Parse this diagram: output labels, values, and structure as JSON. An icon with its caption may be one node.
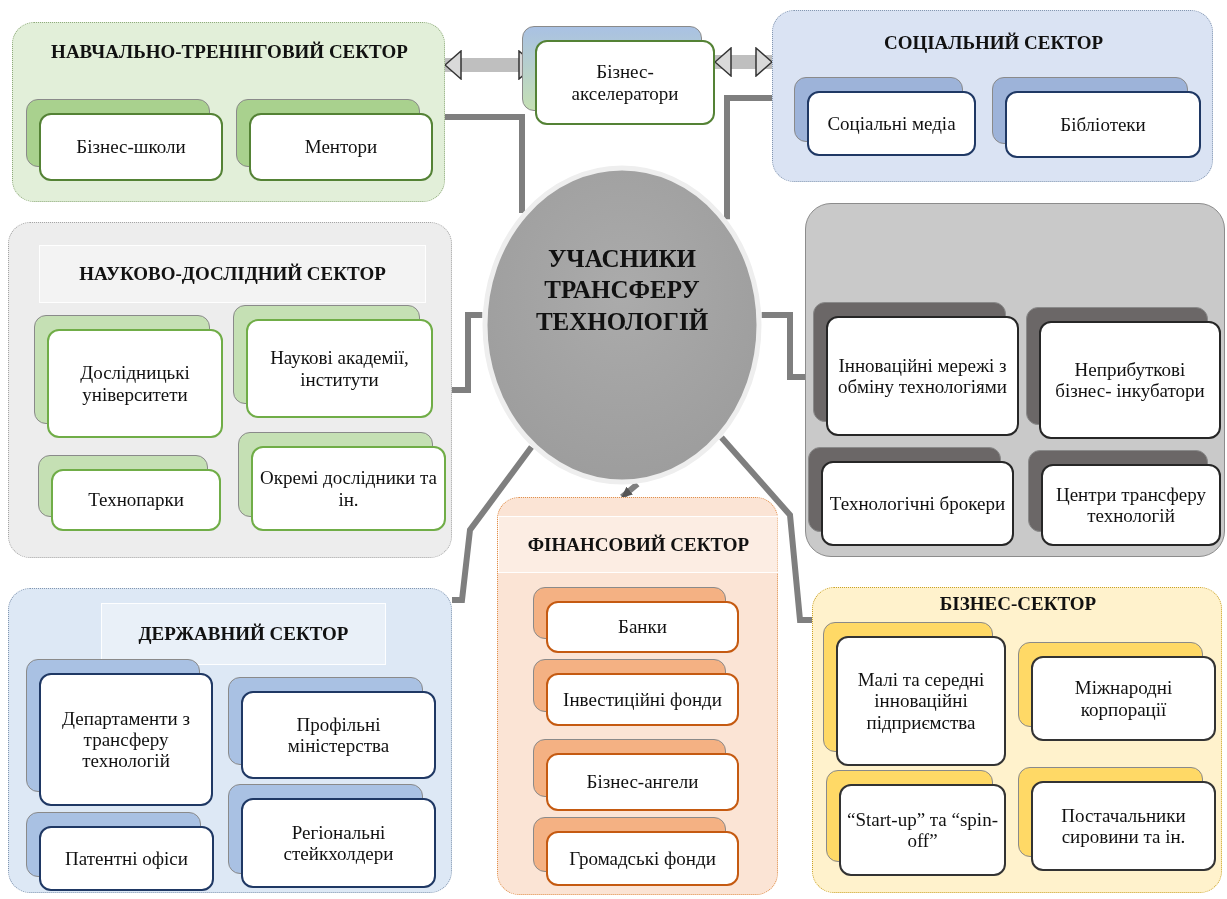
{
  "diagram": {
    "nodes": [
      {
        "text": [
          "УЧАСНИКИ ТРАНСФЕРУ ТЕХНОЛОГІЙ"
        ]
      },
      {
        "text": [
          "НАВЧАЛЬНО-ТРЕНІНГОВИЙ СЕКТОР"
        ]
      },
      {
        "text": [
          "Бізнес-школи"
        ],
        "in": 1
      },
      {
        "text": [
          "Ментори"
        ],
        "in": 1
      },
      {
        "text": [
          "Бізнес- акселератори"
        ]
      },
      {
        "text": [
          "СОЦІАЛЬНИЙ СЕКТОР"
        ]
      },
      {
        "text": [
          "Соціальні медіа"
        ],
        "in": 5
      },
      {
        "text": [
          "Бібліотеки"
        ],
        "in": 5
      },
      {
        "text": [
          "НАУКОВО-ДОСЛІДНИЙ СЕКТОР"
        ]
      },
      {
        "text": [
          "Дослідницькі університети"
        ],
        "in": 8
      },
      {
        "text": [
          "Наукові академії, інститути"
        ],
        "in": 8
      },
      {
        "text": [
          "Технопарки"
        ],
        "in": 8
      },
      {
        "text": [
          "Окремі дослідники та ін."
        ],
        "in": 8
      },
      {
        "text": [],
        "shape": "box"
      },
      {
        "text": [
          "Інноваційні мережі з обміну технологіями"
        ],
        "in": 13
      },
      {
        "text": [
          "Неприбуткові бізнес- інкубатори"
        ],
        "in": 13
      },
      {
        "text": [
          "Технологічні брокери"
        ],
        "in": 13
      },
      {
        "text": [
          "Центри трансферу технологій"
        ],
        "in": 13
      },
      {
        "text": [
          "ДЕРЖАВНИЙ СЕКТОР"
        ]
      },
      {
        "text": [
          "Департаменти з трансферу технологій"
        ],
        "in": 18
      },
      {
        "text": [
          "Профільні міністерства"
        ],
        "in": 18
      },
      {
        "text": [
          "Патентні офіси"
        ],
        "in": 18
      },
      {
        "text": [
          "Регіональні стейкхолдери"
        ],
        "in": 18
      },
      {
        "text": [
          "ФІНАНСОВИЙ СЕКТОР"
        ]
      },
      {
        "text": [
          "Банки"
        ],
        "in": 23
      },
      {
        "text": [
          "Інвестиційні фонди"
        ],
        "in": 23
      },
      {
        "text": [
          "Бізнес-ангели"
        ],
        "in": 23
      },
      {
        "text": [
          "Громадські фонди"
        ],
        "in": 23
      },
      {
        "text": [
          "БІЗНЕС-СЕКТОР"
        ]
      },
      {
        "text": [
          "Малі та середні інноваційні підприємства"
        ],
        "in": 28
      },
      {
        "text": [
          "Міжнародні корпорації"
        ],
        "in": 28
      },
      {
        "text": [
          "“Start-up” та “spin-off”"
        ],
        "in": 28
      },
      {
        "text": [
          "Постачальники сировини та ін."
        ],
        "in": 28
      }
    ],
    "edges": [
      {
        "from": 1,
        "to": 4,
        "arrow": "both",
        "style": "thick"
      },
      {
        "from": 4,
        "to": 5,
        "arrow": "both",
        "style": "thick"
      },
      {
        "from": 0,
        "to": 1,
        "arrow": "none"
      },
      {
        "from": 0,
        "to": 5,
        "arrow": "none"
      },
      {
        "from": 0,
        "to": 8,
        "arrow": "none"
      },
      {
        "from": 0,
        "to": 13,
        "arrow": "none"
      },
      {
        "from": 0,
        "to": 18,
        "arrow": "none"
      },
      {
        "from": 0,
        "to": 23,
        "arrow": "to"
      },
      {
        "from": 0,
        "to": 28,
        "arrow": "none"
      }
    ]
  }
}
